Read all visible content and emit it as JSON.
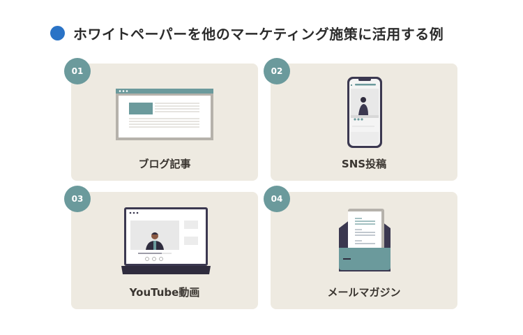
{
  "title": "ホワイトペーパーを他のマーケティング施策に活用する例",
  "colors": {
    "accent_dot": "#2a73c6",
    "badge": "#6b9a9c",
    "card": "#eeeae1",
    "label": "#3a3530"
  },
  "cards": [
    {
      "number": "01",
      "label": "ブログ記事",
      "icon": "browser-window-icon"
    },
    {
      "number": "02",
      "label": "SNS投稿",
      "icon": "smartphone-sns-icon"
    },
    {
      "number": "03",
      "label": "YouTube動画",
      "icon": "laptop-video-icon"
    },
    {
      "number": "04",
      "label": "メールマガジン",
      "icon": "envelope-document-icon"
    }
  ]
}
